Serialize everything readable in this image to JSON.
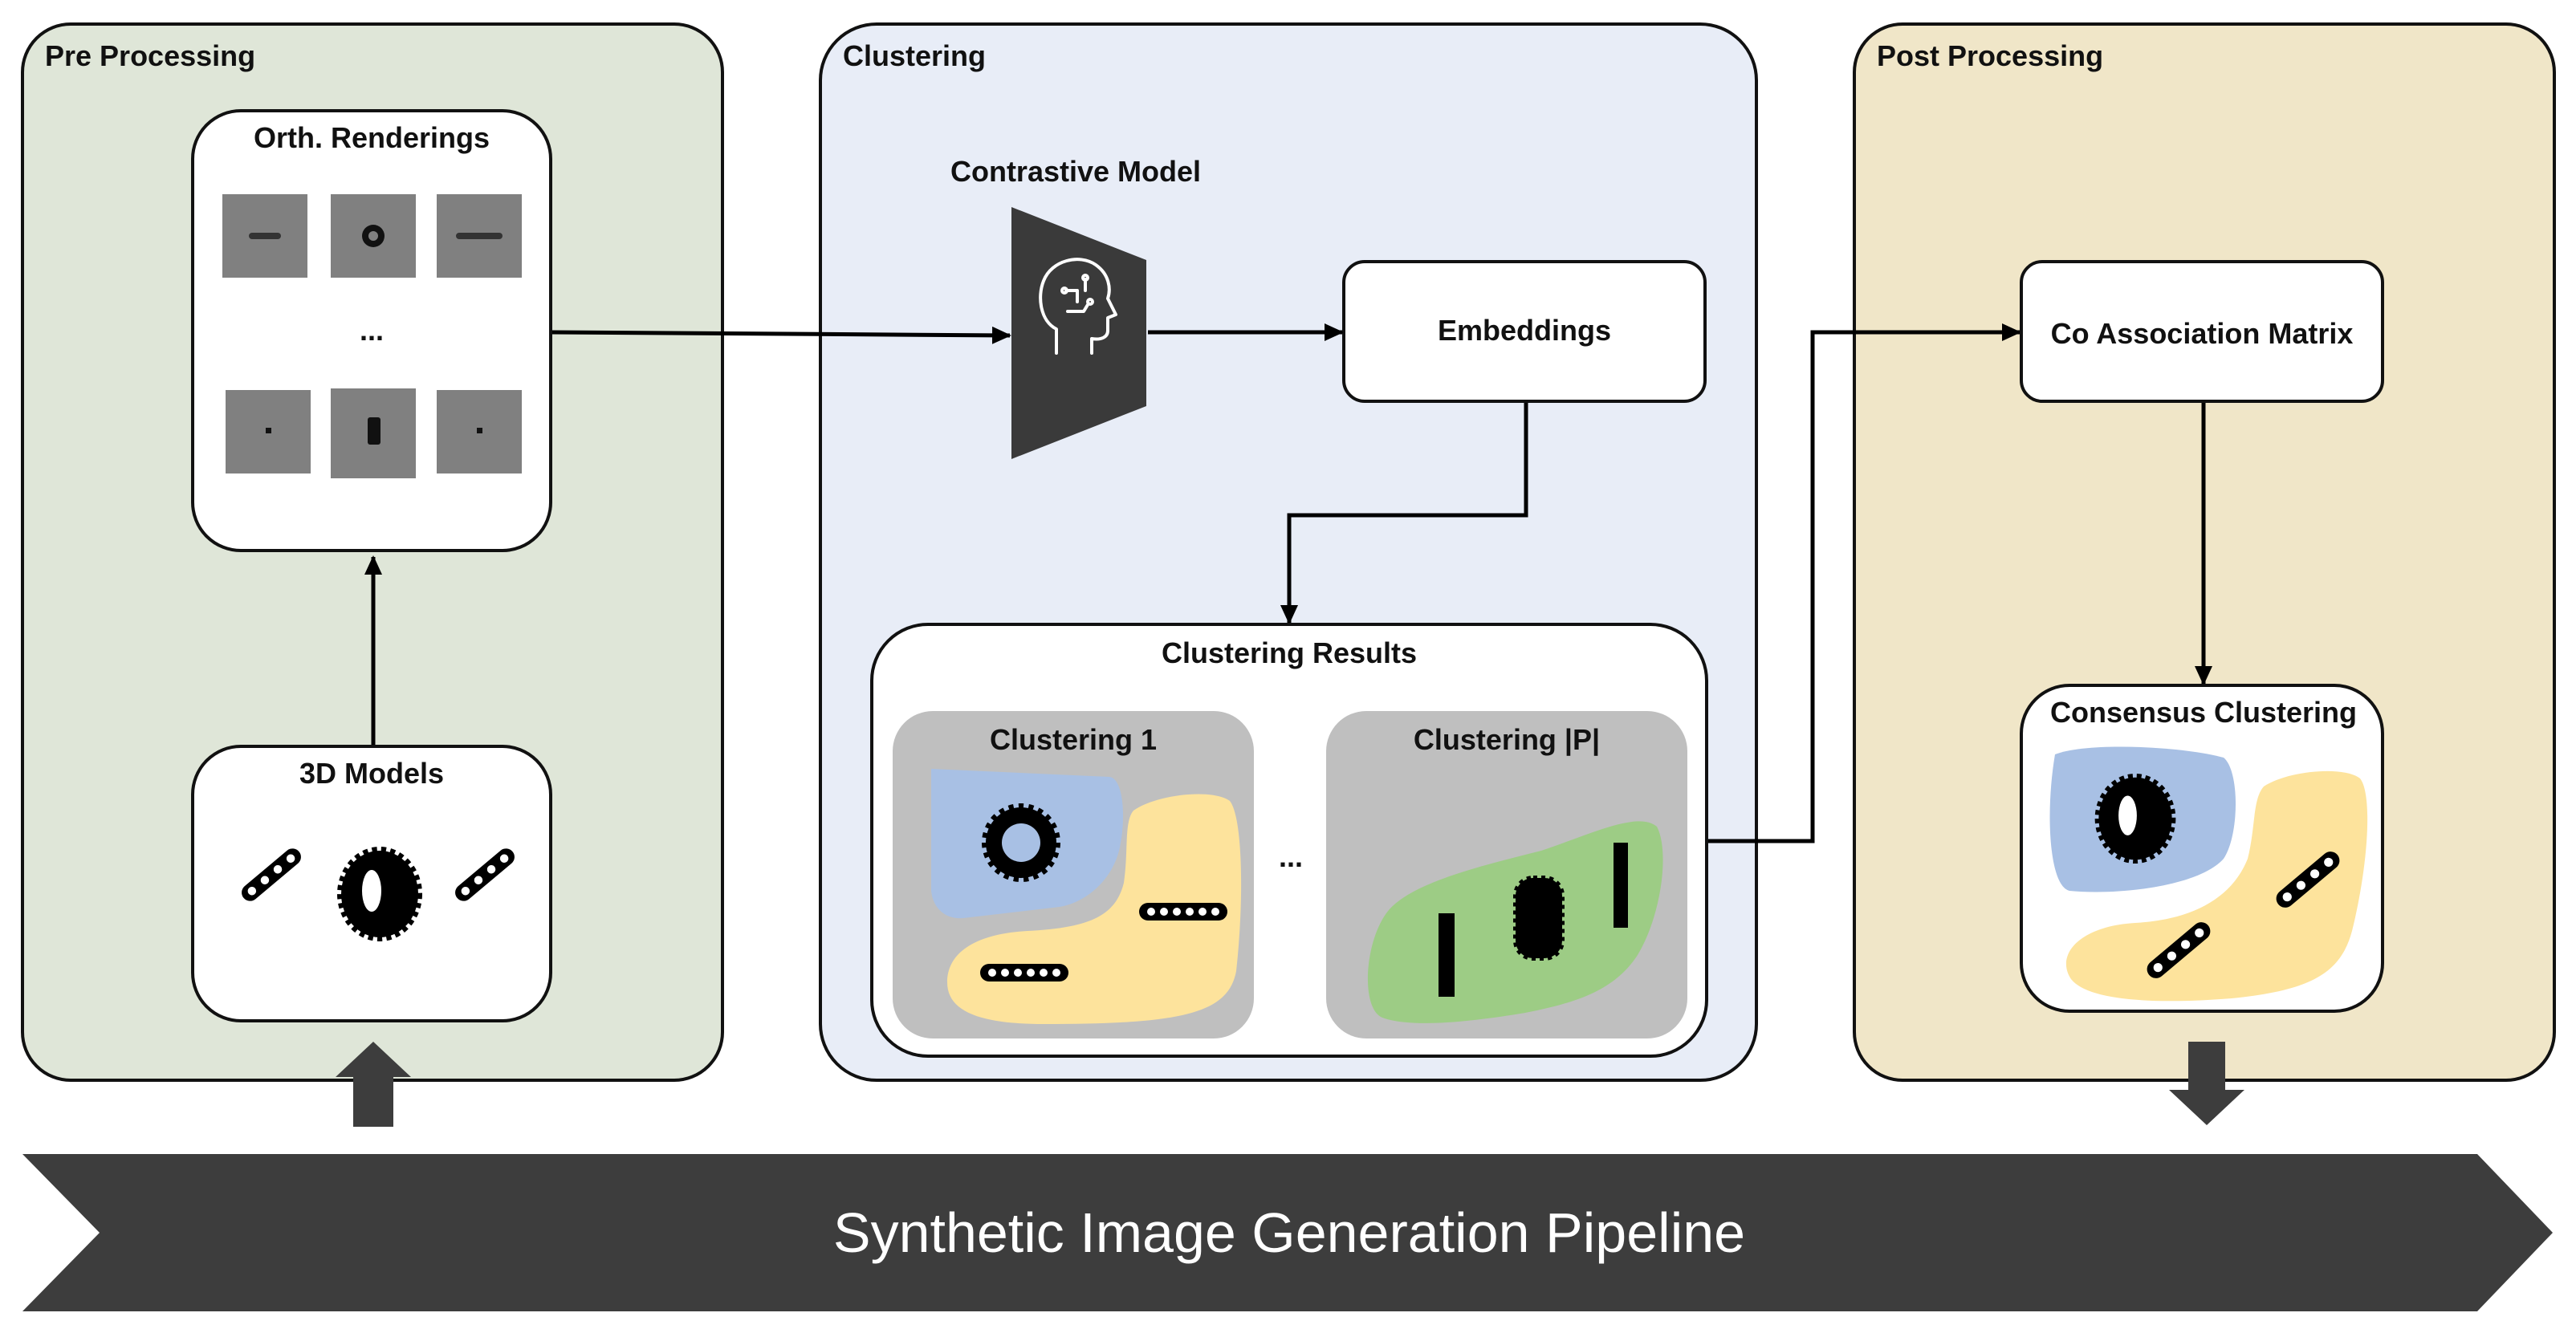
{
  "sections": {
    "pre_processing": "Pre Processing",
    "clustering": "Clustering",
    "post_processing": "Post Processing"
  },
  "boxes": {
    "orth_renderings": "Orth. Renderings",
    "orth_ellipsis": "...",
    "models_3d": "3D Models",
    "contrastive_model": "Contrastive Model",
    "embeddings": "Embeddings",
    "clustering_results": "Clustering Results",
    "clustering_1": "Clustering 1",
    "clustering_p": "Clustering |P|",
    "results_ellipsis": "...",
    "co_association_matrix": "Co Association Matrix",
    "consensus_clustering": "Consensus Clustering"
  },
  "banner": "Synthetic Image Generation Pipeline",
  "icons": {
    "model": "brain-head-icon",
    "flow_in": "up-arrow-icon",
    "flow_out": "down-arrow-icon"
  },
  "colors": {
    "pre_processing_bg": "#dfe6d8",
    "clustering_bg": "#e8edf7",
    "post_processing_bg": "#f0e6c8",
    "banner_bg": "#3d3d3d",
    "cluster_blue": "#a8c0e4",
    "cluster_yellow": "#fde39c",
    "cluster_green": "#9dcc85",
    "panel_gray": "#bfbfbf",
    "render_gray": "#808080"
  }
}
